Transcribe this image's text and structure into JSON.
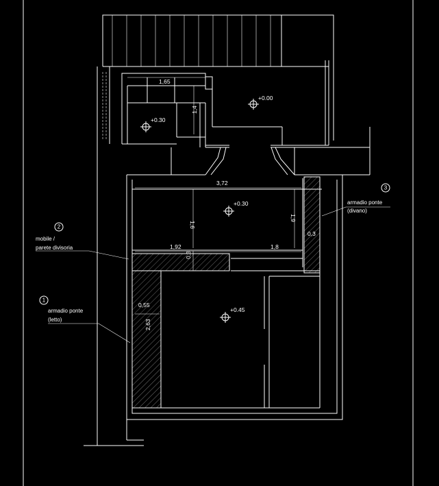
{
  "dimensions": {
    "d_1_65": "1,65",
    "d_1_4": "1,4",
    "d_3_72": "3,72",
    "d_1_6": "1,6",
    "d_1_9": "1,9",
    "d_0_3_right": "0,3",
    "d_1_92": "1,92",
    "d_1_8": "1,8",
    "d_0_3_mid": "0,3",
    "d_0_55": "0,55",
    "d_2_63": "2,63"
  },
  "levels": {
    "level_top": "+0.00",
    "level_left": "+0.30",
    "level_middle": "+0.30",
    "level_bottom": "+0.45"
  },
  "callouts": {
    "c1": {
      "number": "1",
      "line1": "armadio ponte",
      "line2": "(letto)"
    },
    "c2": {
      "number": "2",
      "line1": "mobile /",
      "line2": "parete divisoria"
    },
    "c3": {
      "number": "3",
      "line1": "armadio ponte",
      "line2": "(divano)"
    }
  }
}
